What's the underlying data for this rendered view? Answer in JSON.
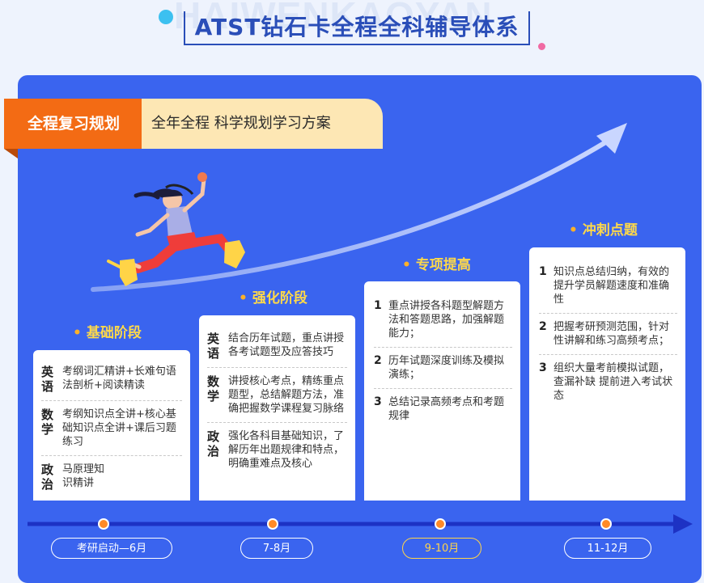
{
  "watermark": "HAIWENKAOYAN",
  "title": "ATST钻石卡全程全科辅导体系",
  "banner": {
    "left": "全程复习规划",
    "right": "全年全程 科学规划学习方案"
  },
  "stages": [
    {
      "title": "基础阶段",
      "rows": [
        {
          "subject": "英语",
          "text": "考纲词汇精讲+长难句语法剖析+阅读精读"
        },
        {
          "subject": "数学",
          "text": "考纲知识点全讲+核心基础知识点全讲+课后习题练习"
        },
        {
          "subject": "政治",
          "text": "马原理知识精讲"
        }
      ]
    },
    {
      "title": "强化阶段",
      "rows": [
        {
          "subject": "英语",
          "text": "结合历年试题，重点讲授各考试题型及应答技巧"
        },
        {
          "subject": "数学",
          "text": "讲授核心考点，精练重点题型，总结解题方法，准确把握数学课程复习脉络"
        },
        {
          "subject": "政治",
          "text": "强化各科目基础知识，了解历年出题规律和特点，明确重难点及核心"
        }
      ]
    },
    {
      "title": "专项提高",
      "rows": [
        {
          "num": "1",
          "text": "重点讲授各科题型解题方法和答题思路，加强解题能力；"
        },
        {
          "num": "2",
          "text": "历年试题深度训练及模拟演练；"
        },
        {
          "num": "3",
          "text": "总结记录高频考点和考题规律"
        }
      ]
    },
    {
      "title": "冲刺点题",
      "rows": [
        {
          "num": "1",
          "text": "知识点总结归纳，有效的提升学员解题速度和准确性"
        },
        {
          "num": "2",
          "text": "把握考研预测范围，针对性讲解和练习高频考点；"
        },
        {
          "num": "3",
          "text": "组织大量考前模拟试题，查漏补缺 提前进入考试状态"
        }
      ]
    }
  ],
  "timeline": [
    "考研启动—6月",
    "7-8月",
    "9-10月",
    "11-12月"
  ],
  "colors": {
    "panel": "#3a64ef",
    "orange": "#f36b14",
    "gold": "#ffd949",
    "title_blue": "#2a4eb8"
  }
}
